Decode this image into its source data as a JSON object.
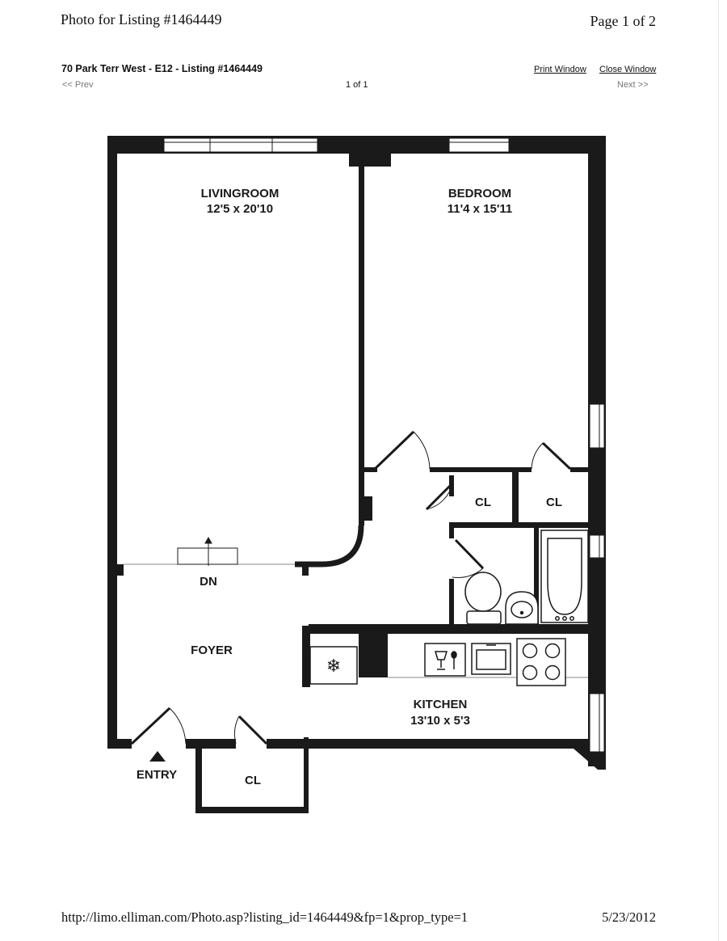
{
  "page_header": {
    "title": "Photo for Listing #1464449",
    "page": "Page 1 of 2"
  },
  "listing": {
    "title": "70 Park Terr West - E12 - Listing #1464449",
    "print_label": "Print Window",
    "close_label": "Close Window",
    "prev_label": "<< Prev",
    "next_label": "Next >>",
    "counter": "1 of 1"
  },
  "floorplan": {
    "rooms": {
      "livingroom": {
        "name": "LIVINGROOM",
        "size": "12'5 x 20'10"
      },
      "bedroom": {
        "name": "BEDROOM",
        "size": "11'4 x 15'11"
      },
      "kitchen": {
        "name": "KITCHEN",
        "size": "13'10 x 5'3"
      },
      "foyer": {
        "name": "FOYER"
      },
      "closet_bed_left": {
        "name": "CL"
      },
      "closet_bed_right": {
        "name": "CL"
      },
      "closet_entry": {
        "name": "CL"
      }
    },
    "markers": {
      "down": "DN",
      "entry": "ENTRY"
    }
  },
  "page_footer": {
    "url": "http://limo.elliman.com/Photo.asp?listing_id=1464449&fp=1&prop_type=1",
    "date": "5/23/2012"
  }
}
